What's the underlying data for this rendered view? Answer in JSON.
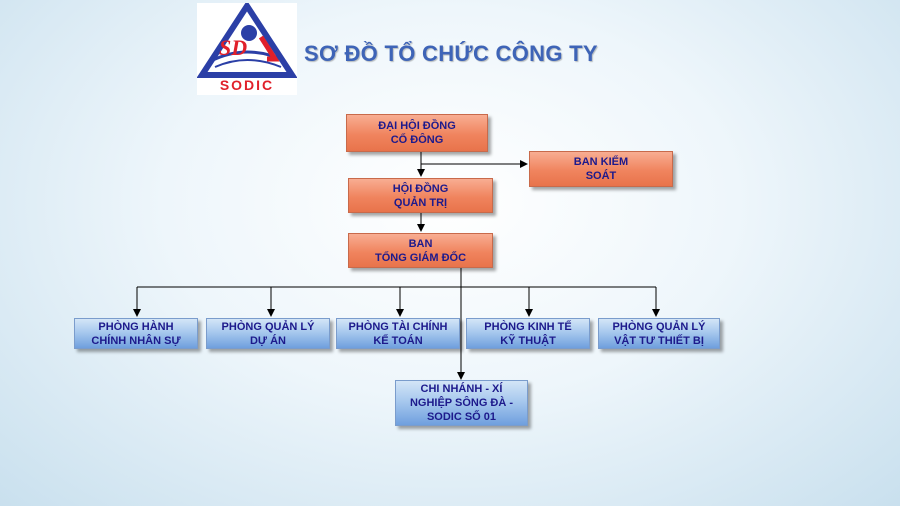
{
  "logo": {
    "text": "SODIC"
  },
  "title": "SƠ ĐỒ TỔ CHỨC CÔNG TY",
  "nodes": {
    "dai_hoi_dong": "ĐẠI HỘI ĐỒNG\nCỔ ĐÔNG",
    "ban_kiem_soat": "BAN KIỂM\nSOÁT",
    "hoi_dong_quan_tri": "HỘI ĐỒNG\nQUẢN TRỊ",
    "ban_tong_giam_doc": "BAN\nTỔNG GIÁM ĐỐC",
    "phong_hanh_chinh": "PHÒNG HÀNH\nCHÍNH NHÂN SỰ",
    "phong_quan_ly_du_an": "PHÒNG QUẢN LÝ\nDỰ ÁN",
    "phong_tai_chinh": "PHÒNG TÀI CHÍNH\nKẾ TOÁN",
    "phong_kinh_te": "PHÒNG KINH TẾ\nKỸ THUẬT",
    "phong_vat_tu": "PHÒNG QUẢN LÝ\nVẬT TƯ THIẾT BỊ",
    "chi_nhanh": "CHI NHÁNH - XÍ\nNGHIỆP SÔNG ĐÀ -\nSODIC SỐ 01"
  },
  "colors": {
    "title": "#3e64b7",
    "node_text": "#1d1a8c",
    "orange_node": "#f0845e",
    "blue_node": "#a8c9ee",
    "logo_red": "#e0202a",
    "logo_blue": "#2b3fa6"
  }
}
